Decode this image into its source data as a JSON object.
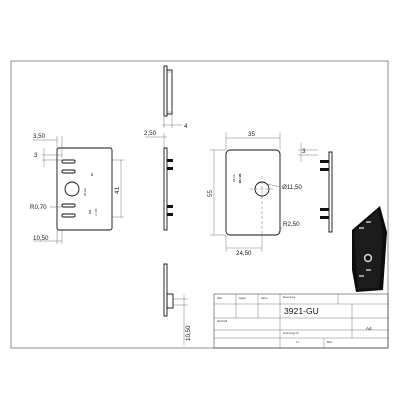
{
  "drawing": {
    "part_number": "3921-GU",
    "scale": "1:1",
    "sheet_size": "A4",
    "plate_engraving": [
      "64",
      "Ø6 mm",
      "S,8",
      "17,108"
    ],
    "plate_engraving_right": [
      "Ø6 mm",
      "M6 / M8"
    ]
  },
  "dimensions": {
    "front_left": {
      "top_offset": "3,50",
      "slot_height": "3",
      "corner_radius": "R0,70",
      "height": "41",
      "bottom_offset": "10,50"
    },
    "side_view": {
      "width": "2,50",
      "depth": "4"
    },
    "front_right": {
      "width": "35",
      "height": "55",
      "slot_height": "3",
      "hole_diameter": "Ø11,50",
      "corner_radius": "R2,50",
      "hole_offset": "24,50"
    },
    "bottom_view": {
      "offset": "10,50"
    }
  },
  "title_block": {
    "drawing_no": "3921-GU",
    "sheet_size": "A4",
    "scale_label": "1:1",
    "labels": [
      "Maß",
      "Datum",
      "Name",
      "Werkstoff",
      "Benennung",
      "Zeichnungs-Nr.",
      "Blatt"
    ]
  }
}
